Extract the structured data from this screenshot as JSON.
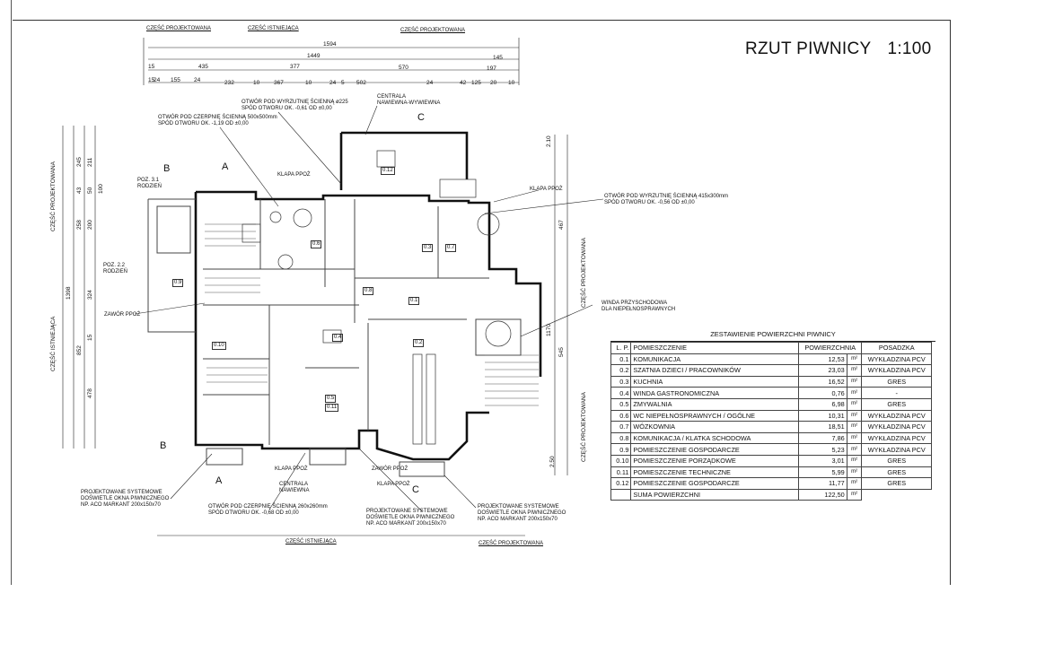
{
  "title": {
    "name": "RZUT PIWNICY",
    "scale": "1:100"
  },
  "section_labels": {
    "projected": "CZĘŚĆ PROJEKTOWANA",
    "existing": "CZĘŚĆ ISTNIEJĄCA"
  },
  "dimensions_top": {
    "row1": [
      "1594"
    ],
    "row2": [
      "1449",
      "145"
    ],
    "row3": [
      "15",
      "435",
      "377",
      "570",
      "197"
    ],
    "row4": [
      "15",
      "24",
      "155",
      "24",
      "232",
      "10",
      "367",
      "10",
      "24",
      "5",
      "502",
      "24",
      "42",
      "125",
      "20",
      "10"
    ]
  },
  "dimensions_left": [
    "245",
    "211",
    "43",
    "50",
    "100",
    "258",
    "200",
    "324",
    "1398",
    "15",
    "852",
    "478"
  ],
  "dimensions_right": [
    "467",
    "2.10",
    "1170",
    "545",
    "2.50"
  ],
  "annotations": {
    "otwor1": [
      "OTWÓR POD WYRZUTNIĘ ŚCIENNĄ ø225",
      "SPÓD OTWORU OK. -0,61 OD ±0,00"
    ],
    "centrala_top": [
      "CENTRALA",
      "NAWIEWNA-WYWIEWNA"
    ],
    "otwor2": [
      "OTWÓR POD CZERPNIĘ ŚCIENNĄ 500x500mm",
      "SPÓD OTWORU OK. -1,19 OD ±0,00"
    ],
    "otwor3": [
      "OTWÓR POD WYRZUTNIĘ ŚCIENNĄ 415x300mm",
      "SPÓD OTWORU OK. -0,56 OD ±0,00"
    ],
    "klapa": "KLAPA PPOŻ",
    "zawor": "ZAWÓR PPOŻ",
    "winda": [
      "WINDA PRZYSCHODOWA",
      "DLA NIEPEŁNOSPRAWNYCH"
    ],
    "poz31": [
      "POZ. 3.1",
      "RODZIEŃ"
    ],
    "poz22": [
      "POZ. 2.2",
      "RODZIEŃ"
    ],
    "dosw1": [
      "PROJEKTOWANE SYSTEMOWE",
      "DOŚWIETLE OKNA PIWNICZNEGO",
      "NP. ACO MARKANT 200x150x70"
    ],
    "otwor4": [
      "OTWÓR POD CZERPNIĘ ŚCIENNĄ 260x260mm",
      "SPÓD OTWORU OK. -0,68 OD ±0,00"
    ],
    "centrala_bottom": [
      "CENTRALA",
      "NAWIEWNA"
    ]
  },
  "section_marks": [
    "A",
    "B",
    "C"
  ],
  "room_tags": [
    "0.1",
    "0.2",
    "0.3",
    "0.4",
    "0.5",
    "0.6",
    "0.7",
    "0.8",
    "0.9",
    "0.10",
    "0.11",
    "0.12"
  ],
  "area_table": {
    "caption": "ZESTAWIENIE POWIERZCHNI PIWNICY",
    "headers": [
      "L. P.",
      "POMIESZCZENIE",
      "POWIERZCHNIA",
      "POSADZKA"
    ],
    "rows": [
      {
        "lp": "0.1",
        "name": "KOMUNIKACJA",
        "area": "12,53",
        "unit": "m²",
        "floor": "WYKŁADZINA PCV"
      },
      {
        "lp": "0.2",
        "name": "SZATNIA DZIECI / PRACOWNIKÓW",
        "area": "23,03",
        "unit": "m²",
        "floor": "WYKŁADZINA PCV"
      },
      {
        "lp": "0.3",
        "name": "KUCHNIA",
        "area": "16,52",
        "unit": "m²",
        "floor": "GRES"
      },
      {
        "lp": "0.4",
        "name": "WINDA GASTRONOMICZNA",
        "area": "0,76",
        "unit": "m²",
        "floor": "-"
      },
      {
        "lp": "0.5",
        "name": "ZMYWALNIA",
        "area": "6,98",
        "unit": "m²",
        "floor": "GRES"
      },
      {
        "lp": "0.6",
        "name": "WC NIEPEŁNOSPRAWNYCH / OGÓLNE",
        "area": "10,31",
        "unit": "m²",
        "floor": "WYKŁADZINA PCV"
      },
      {
        "lp": "0.7",
        "name": "WÓZKOWNIA",
        "area": "18,51",
        "unit": "m²",
        "floor": "WYKŁADZINA PCV"
      },
      {
        "lp": "0.8",
        "name": "KOMUNIKACJA / KLATKA SCHODOWA",
        "area": "7,86",
        "unit": "m²",
        "floor": "WYKŁADZINA PCV"
      },
      {
        "lp": "0.9",
        "name": "POMIESZCZENIE GOSPODARCZE",
        "area": "5,23",
        "unit": "m²",
        "floor": "WYKŁADZINA PCV"
      },
      {
        "lp": "0.10",
        "name": "POMIESZCZENIE PORZĄDKOWE",
        "area": "3,01",
        "unit": "m²",
        "floor": "GRES"
      },
      {
        "lp": "0.11",
        "name": "POMIESZCZENIE TECHNICZNE",
        "area": "5,99",
        "unit": "m²",
        "floor": "GRES"
      },
      {
        "lp": "0.12",
        "name": "POMIESZCZENIE GOSPODARCZE",
        "area": "11,77",
        "unit": "m²",
        "floor": "GRES"
      }
    ],
    "sum": {
      "name": "SUMA POWIERZCHNI",
      "area": "122,50",
      "unit": "m²"
    }
  }
}
